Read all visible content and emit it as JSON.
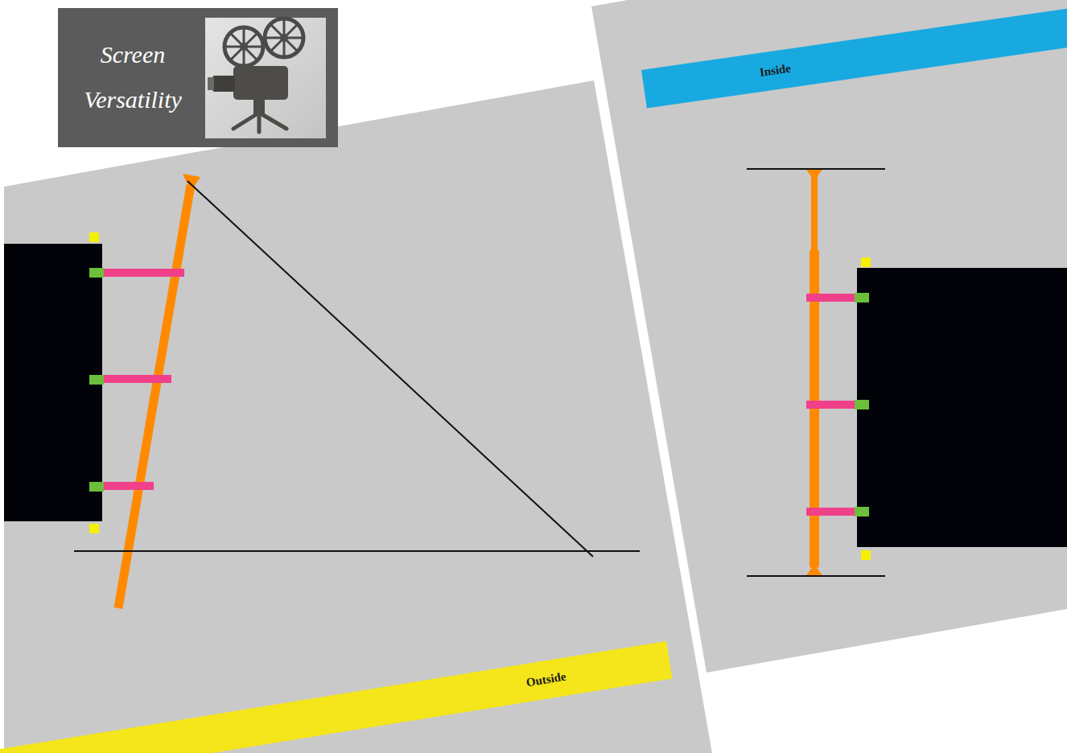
{
  "diagram": {
    "nodes": [
      {
        "text": [
          "Screen Versatility"
        ]
      },
      {
        "text": [
          "Inside"
        ]
      },
      {
        "text": [
          "Outside"
        ]
      }
    ]
  }
}
